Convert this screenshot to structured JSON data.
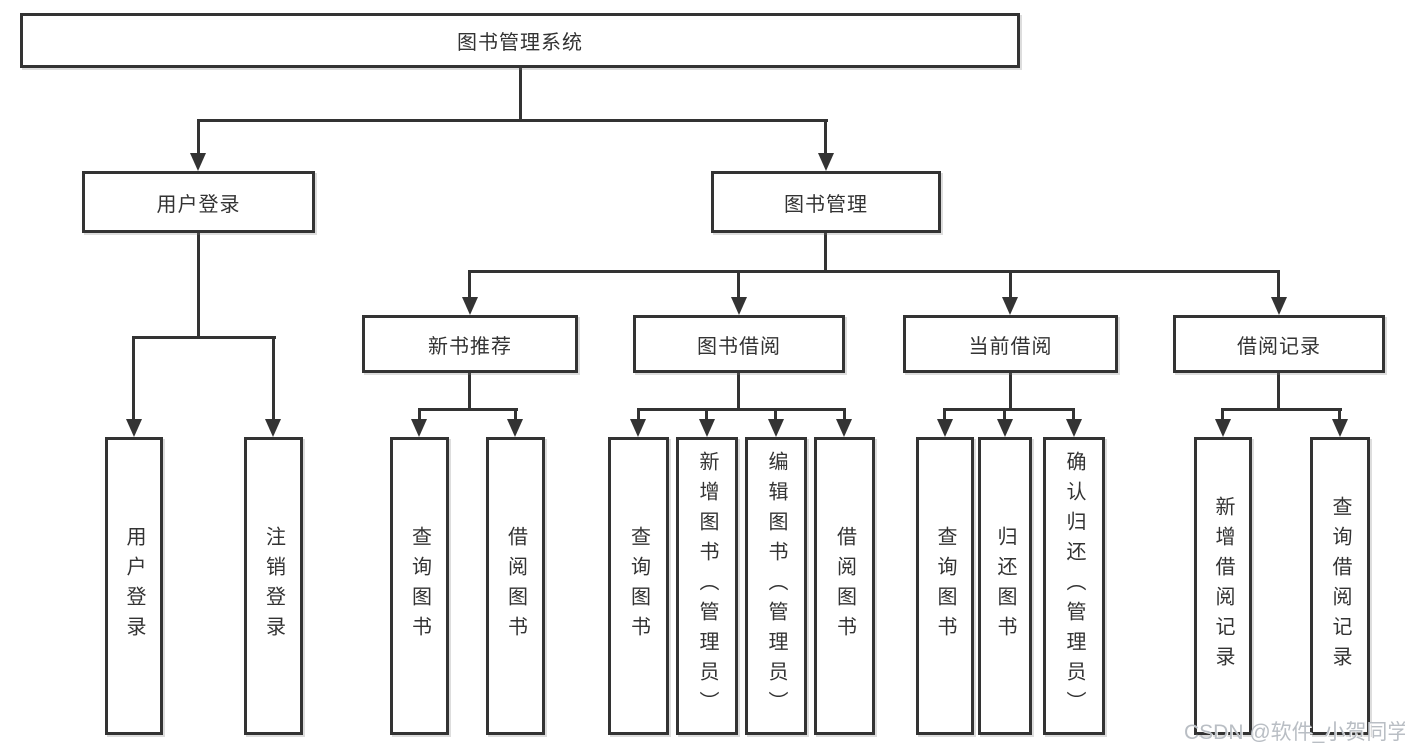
{
  "diagram_type": "hierarchy-tree",
  "colors": {
    "line": "#333333",
    "box_border": "#333333",
    "box_fill": "#ffffff",
    "text": "#333333",
    "watermark_text": "#b9bec4",
    "background": "#ffffff"
  },
  "watermark": "CSDN @软件_小贺同学",
  "tree": {
    "label": "图书管理系统",
    "children": [
      {
        "label": "用户登录",
        "children": [
          {
            "label": "用户登录"
          },
          {
            "label": "注销登录"
          }
        ]
      },
      {
        "label": "图书管理",
        "children": [
          {
            "label": "新书推荐",
            "children": [
              {
                "label": "查询图书"
              },
              {
                "label": "借阅图书"
              }
            ]
          },
          {
            "label": "图书借阅",
            "children": [
              {
                "label": "查询图书"
              },
              {
                "label": "新增图书（管理员）"
              },
              {
                "label": "编辑图书（管理员）"
              },
              {
                "label": "借阅图书"
              }
            ]
          },
          {
            "label": "当前借阅",
            "children": [
              {
                "label": "查询图书"
              },
              {
                "label": "归还图书"
              },
              {
                "label": "确认归还（管理员）"
              }
            ]
          },
          {
            "label": "借阅记录",
            "children": [
              {
                "label": "新增借阅记录"
              },
              {
                "label": "查询借阅记录"
              }
            ]
          }
        ]
      }
    ]
  }
}
